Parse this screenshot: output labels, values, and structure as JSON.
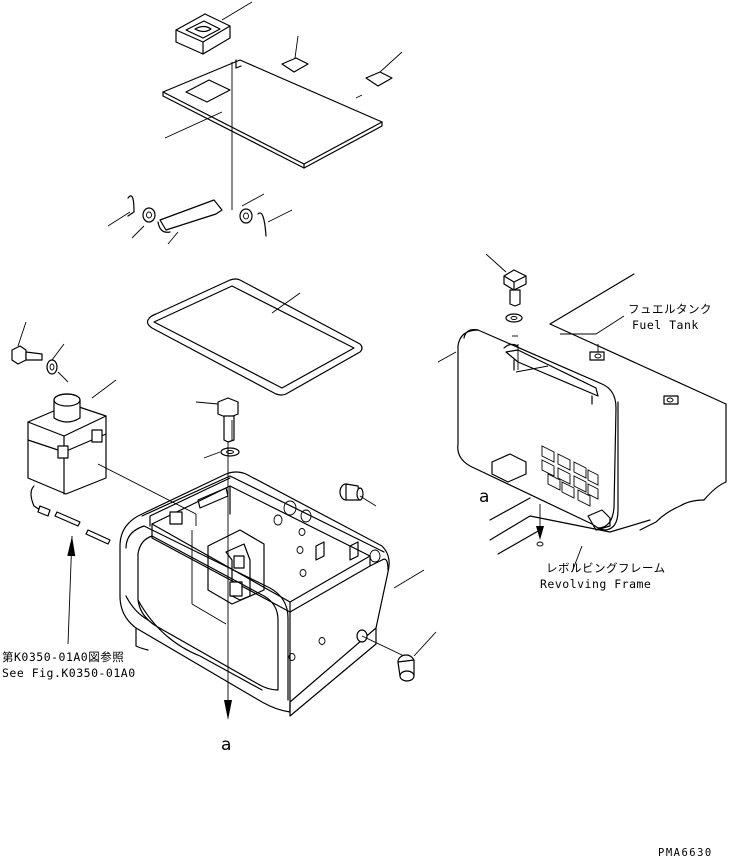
{
  "labels": {
    "fuel_tank_jp": "フュエルタンク",
    "fuel_tank_en": "Fuel Tank",
    "revolving_frame_jp": "レボルビングフレーム",
    "revolving_frame_en": "Revolving Frame",
    "see_fig_jp": "第K0350-01A0図参照",
    "see_fig_en": "See Fig.K0350-01A0",
    "ref_a_left": "a",
    "ref_a_right": "a",
    "drawing_code": "PMA6630"
  }
}
